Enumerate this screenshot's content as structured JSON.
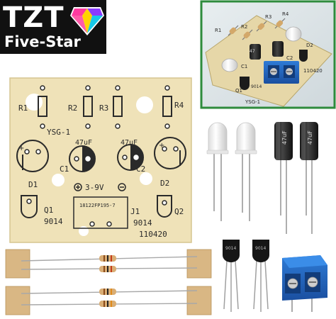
{
  "brand": {
    "logo_text": "TZT",
    "logo_subtext": "Five-Star",
    "logo_icon": "diamond-gem-icon",
    "accent_colors": [
      "#ff3aa0",
      "#ffd400",
      "#17c9e8",
      "#8a3cff"
    ]
  },
  "pcb": {
    "board_color": "#efe2b8",
    "trace_color": "#2a2a2a",
    "model": "YSG-1",
    "resistor_labels": [
      "R1",
      "R2",
      "R3",
      "R4"
    ],
    "capacitor_labels": [
      "C1",
      "C2"
    ],
    "capacitor_value": "47uF",
    "led_labels": [
      "D1",
      "D2"
    ],
    "transistor_labels": [
      "Q1",
      "Q2"
    ],
    "transistor_part": "9014",
    "terminal_label": "J1",
    "voltage": "3-9V",
    "footprint_code": "18122FP195-7",
    "date_code": "110420"
  },
  "assembled_preview": {
    "frame_color": "#2e8b3c",
    "model": "YSG-1",
    "transistor_part": "9014",
    "date_code": "110420",
    "labels": [
      "R1",
      "R2",
      "R3",
      "R4",
      "C1",
      "C2",
      "D2",
      "47",
      "Q1"
    ]
  },
  "components": {
    "capacitor_marking": "47uF",
    "transistor_marking": "9014",
    "resistor_count": 4,
    "led_count": 2,
    "capacitor_count": 2,
    "transistor_count": 2
  }
}
